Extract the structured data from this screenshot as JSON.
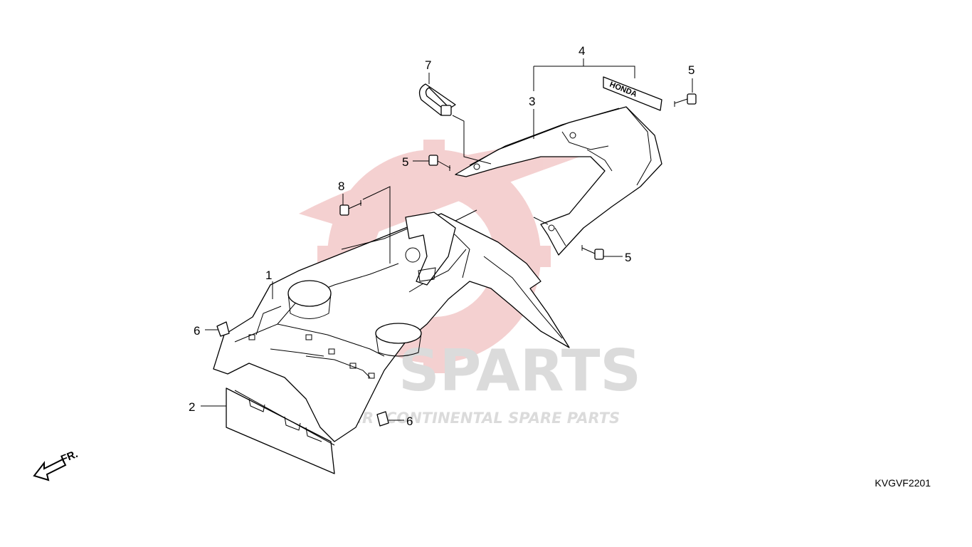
{
  "diagram_code": "KVGVF2201",
  "front_indicator": "FR.",
  "emblem_text": "HONDA",
  "watermark": {
    "brand_prefix": "IC",
    "brand_main": "SPARTS",
    "tagline_prefix": "INTER",
    "tagline": "CONTINENTAL SPARE PARTS",
    "color": "#e07a7a"
  },
  "callouts": [
    {
      "id": "1",
      "text": "1"
    },
    {
      "id": "2",
      "text": "2"
    },
    {
      "id": "3",
      "text": "3"
    },
    {
      "id": "4",
      "text": "4"
    },
    {
      "id": "5a",
      "text": "5"
    },
    {
      "id": "5b",
      "text": "5"
    },
    {
      "id": "5c",
      "text": "5"
    },
    {
      "id": "6a",
      "text": "6"
    },
    {
      "id": "6b",
      "text": "6"
    },
    {
      "id": "7",
      "text": "7"
    },
    {
      "id": "8",
      "text": "8"
    }
  ]
}
